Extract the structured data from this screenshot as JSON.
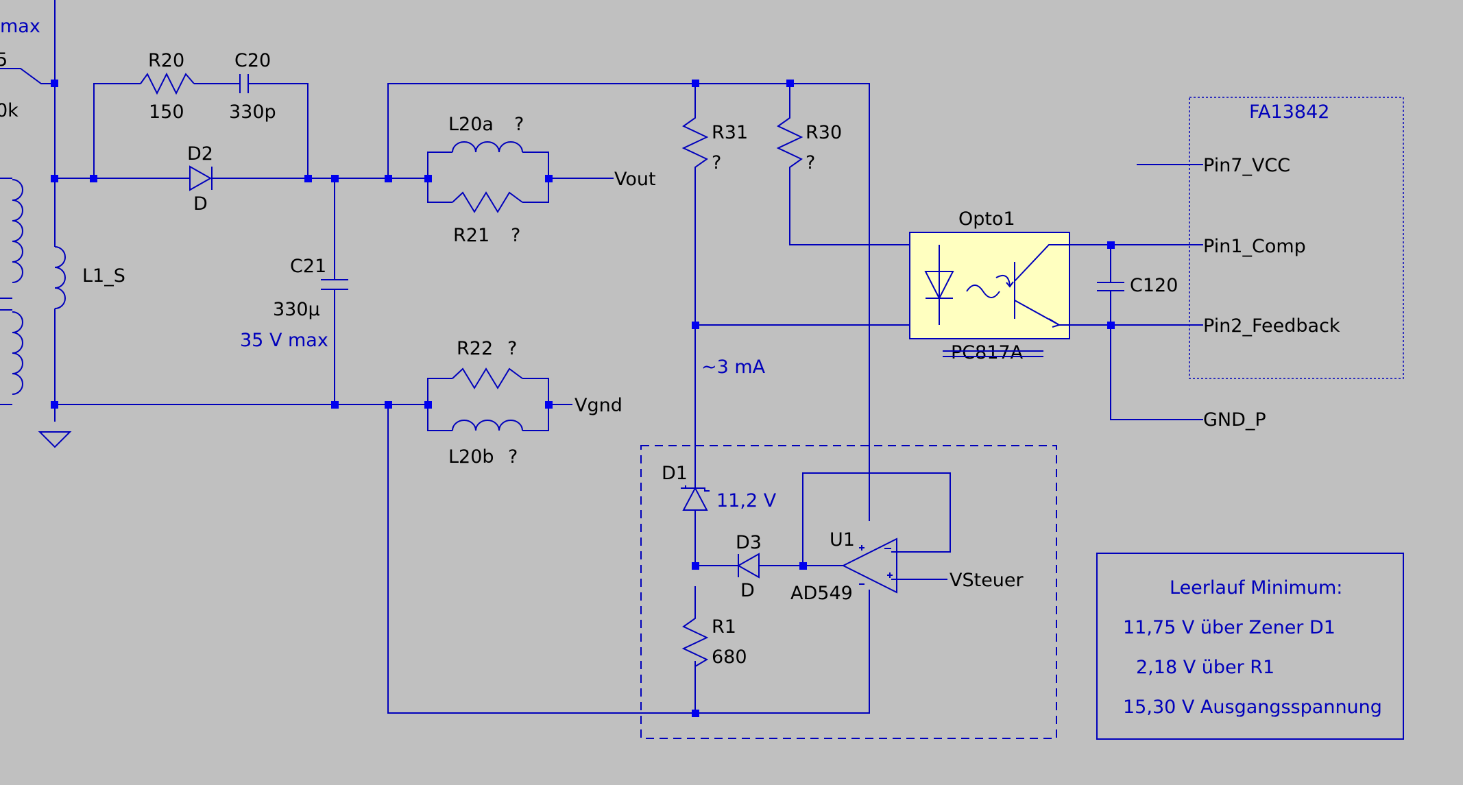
{
  "colors": {
    "background": "#c0c0c0",
    "wire": "#0000bb",
    "junction": "#0000ee",
    "opto_fill": "#ffffc0",
    "label_text": "#000000",
    "note_text": "#0000bb"
  },
  "edge_labels": {
    "top_left": "max",
    "left_1": "5",
    "left_2": "0k"
  },
  "components": {
    "r20": {
      "ref": "R20",
      "value": "150"
    },
    "c20": {
      "ref": "C20",
      "value": "330p"
    },
    "d2": {
      "ref": "D2",
      "value": "D"
    },
    "l1s": {
      "ref": "L1_S"
    },
    "c21": {
      "ref": "C21",
      "value": "330µ",
      "note": "35 V max"
    },
    "l20a": {
      "ref": "L20a",
      "value": "?"
    },
    "r21": {
      "ref": "R21",
      "value": "?"
    },
    "r22": {
      "ref": "R22",
      "value": "?"
    },
    "l20b": {
      "ref": "L20b",
      "value": "?"
    },
    "r31": {
      "ref": "R31",
      "value": "?"
    },
    "r30": {
      "ref": "R30",
      "value": "?"
    },
    "opto1": {
      "ref": "Opto1",
      "value": "PC817A"
    },
    "c120": {
      "ref": "C120"
    },
    "d1": {
      "ref": "D1",
      "note": "11,2 V"
    },
    "d3": {
      "ref": "D3",
      "value": "D"
    },
    "u1": {
      "ref": "U1",
      "value": "AD549"
    },
    "r1": {
      "ref": "R1",
      "value": "680"
    }
  },
  "nets": {
    "vout": "Vout",
    "vgnd": "Vgnd",
    "vsteuer": "VSteuer",
    "pin7": "Pin7_VCC",
    "pin1": "Pin1_Comp",
    "pin2": "Pin2_Feedback",
    "gndp": "GND_P"
  },
  "annotations": {
    "current": "~3 mA",
    "fa_block_title": "FA13842"
  },
  "notes_box": {
    "title": "Leerlauf Minimum:",
    "lines": [
      "11,75 V über Zener D1",
      "2,18 V über R1",
      "15,30 V Ausgangsspannung"
    ]
  }
}
